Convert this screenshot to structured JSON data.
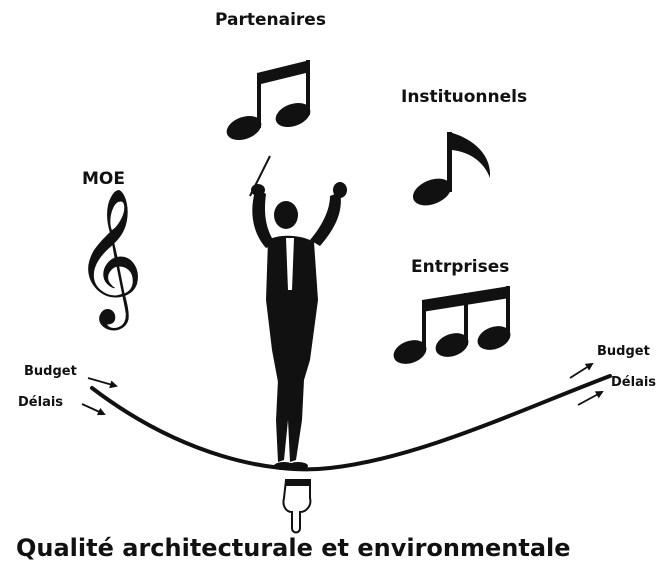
{
  "labels": {
    "partenaires": "Partenaires",
    "institutionnels": "Instituonnels",
    "moe": "MOE",
    "entreprises": "Entrprises",
    "budget_left": "Budget",
    "delais_left": "Délais",
    "budget_right": "Budget",
    "delais_right": "Délais"
  },
  "title": "Qualité architecturale et environmentale",
  "icons": {
    "treble_clef": "𝄞",
    "conductor": "conductor-figure-icon",
    "pointing_hand": "pointing-hand-icon",
    "tightrope": "tightrope-line"
  },
  "colors": {
    "ink": "#111111",
    "background": "#ffffff"
  }
}
